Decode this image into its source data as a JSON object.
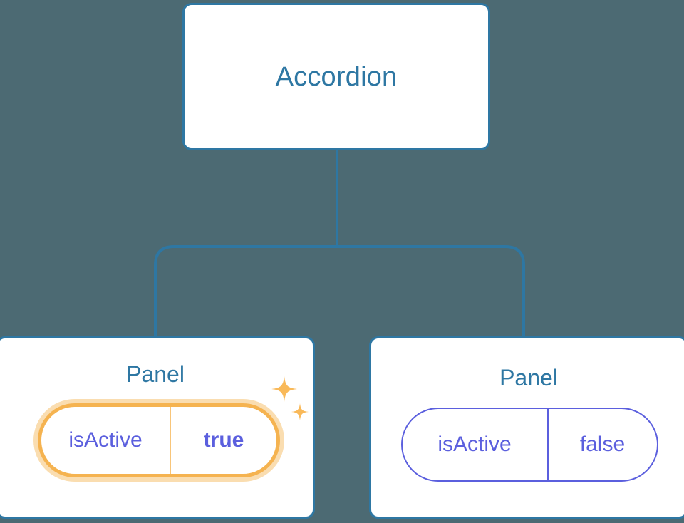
{
  "diagram": {
    "type": "component-tree",
    "background_color": "#4C6A73",
    "node_border_color": "#2E77A3",
    "node_title_color": "#2E77A3",
    "connector_color": "#2E77A3",
    "prop_text_color": "#5B5FDE",
    "highlight_color": "#F5B350",
    "highlight_glow_color": "#FADDB0",
    "sparkle_color": "#F9B959"
  },
  "root": {
    "title": "Accordion"
  },
  "children": [
    {
      "title": "Panel",
      "highlighted": true,
      "prop": {
        "key": "isActive",
        "value": "true",
        "value_bold": true
      },
      "sparkle_icons": [
        "sparkle-large-icon",
        "sparkle-small-icon"
      ]
    },
    {
      "title": "Panel",
      "highlighted": false,
      "prop": {
        "key": "isActive",
        "value": "false",
        "value_bold": false
      }
    }
  ]
}
